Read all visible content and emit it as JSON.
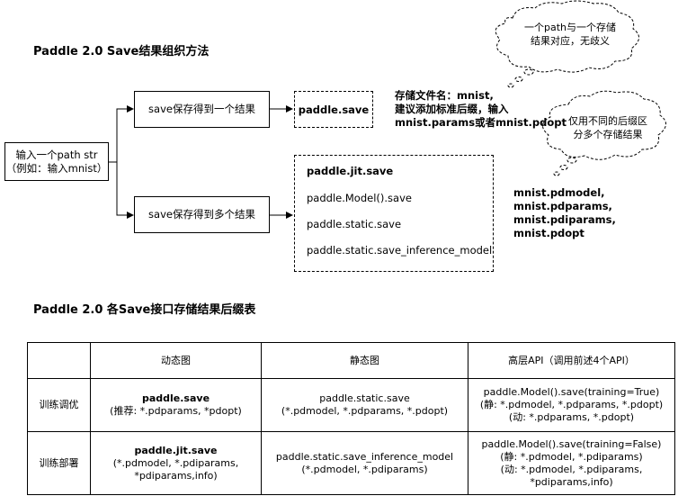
{
  "titles": {
    "diagram": "Paddle 2.0 Save结果组织方法",
    "table": "Paddle 2.0 各Save接口存储结果后缀表"
  },
  "input_box": {
    "line1": "输入一个path str",
    "line2": "（例如：输入mnist）"
  },
  "save_one": "save保存得到一个结果",
  "save_many": "save保存得到多个结果",
  "single_api": "paddle.save",
  "multi_apis": [
    "paddle.jit.save",
    "paddle.Model().save",
    "paddle.static.save",
    "paddle.static.save_inference_model"
  ],
  "note_single": [
    "存储文件名：mnist,",
    "建议添加标准后缀，输入",
    "mnist.params或者mnist.pdopt"
  ],
  "note_multi": [
    "mnist.pdmodel,",
    "mnist.pdparams,",
    "mnist.pdiparams,",
    "mnist.pdopt"
  ],
  "cloud_top": [
    "一个path与一个存储",
    "结果对应，无歧义"
  ],
  "cloud_mid": [
    "仅用不同的后缀区",
    "分多个存储结果"
  ],
  "table": {
    "headers": [
      "",
      "动态图",
      "静态图",
      "高层API（调用前述4个API）"
    ],
    "rows": [
      {
        "label": "训练调优",
        "dynamic": {
          "api": "paddle.save",
          "detail": "(推荐: *.pdparams, *pdopt)"
        },
        "static": {
          "api": "paddle.static.save",
          "detail": "(*.pdmodel, *.pdparams, *.pdopt)"
        },
        "high": [
          "paddle.Model().save(training=True)",
          "(静: *.pdmodel, *.pdparams, *.pdopt)",
          "(动: *.pdparams, *.pdopt)"
        ]
      },
      {
        "label": "训练部署",
        "dynamic": {
          "api": "paddle.jit.save",
          "detail": "(*.pdmodel, *.pdiparams,",
          "detail2": "*pdiparams,info)"
        },
        "static": {
          "api": "paddle.static.save_inference_model",
          "detail": "(*.pdmodel, *.pdiparams)"
        },
        "high": [
          "paddle.Model().save(training=False)",
          "(静: *.pdmodel, *.pdiparams)",
          "(动: *.pdmodel, *.pdiparams,",
          "*pdiparams,info)"
        ]
      }
    ]
  }
}
